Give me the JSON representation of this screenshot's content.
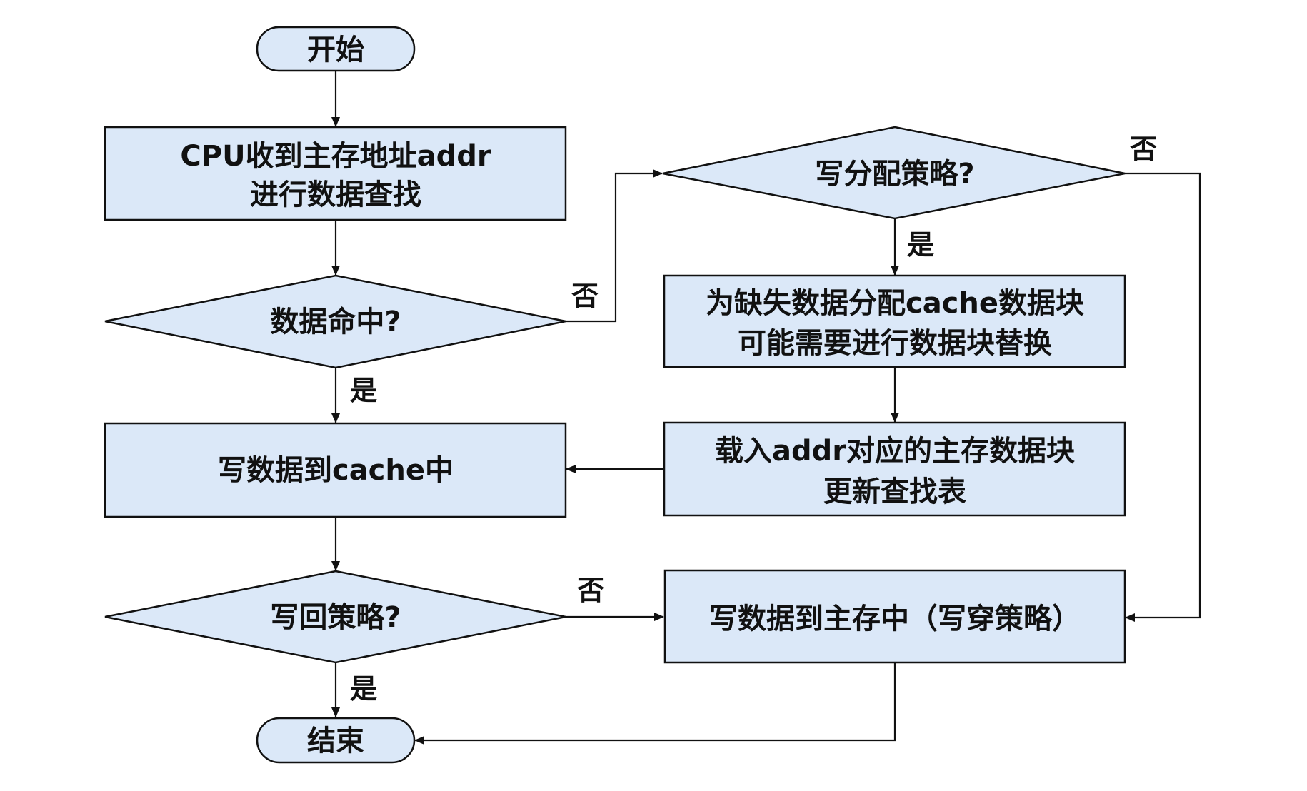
{
  "diagram": {
    "type": "flowchart",
    "colors": {
      "node_fill": "#dbe8f8",
      "stroke": "#111111",
      "background": "#ffffff"
    },
    "nodes": {
      "start": {
        "shape": "terminator",
        "lines": [
          "开始"
        ]
      },
      "cpu_lookup": {
        "shape": "process",
        "lines": [
          "CPU收到主存地址addr",
          "进行数据查找"
        ]
      },
      "hit_decision": {
        "shape": "decision",
        "lines": [
          "数据命中?"
        ]
      },
      "write_cache": {
        "shape": "process",
        "lines": [
          "写数据到cache中"
        ]
      },
      "write_back_decision": {
        "shape": "decision",
        "lines": [
          "写回策略?"
        ]
      },
      "end": {
        "shape": "terminator",
        "lines": [
          "结束"
        ]
      },
      "write_allocate_decision": {
        "shape": "decision",
        "lines": [
          "写分配策略?"
        ]
      },
      "allocate_block": {
        "shape": "process",
        "lines": [
          "为缺失数据分配cache数据块",
          "可能需要进行数据块替换"
        ]
      },
      "load_block": {
        "shape": "process",
        "lines": [
          "载入addr对应的主存数据块",
          "更新查找表"
        ]
      },
      "write_memory": {
        "shape": "process",
        "lines": [
          "写数据到主存中（写穿策略）"
        ]
      }
    },
    "edges": [
      {
        "from": "start",
        "to": "cpu_lookup",
        "label": ""
      },
      {
        "from": "cpu_lookup",
        "to": "hit_decision",
        "label": ""
      },
      {
        "from": "hit_decision",
        "to": "write_cache",
        "label": "是"
      },
      {
        "from": "hit_decision",
        "to": "write_allocate_decision",
        "label": "否"
      },
      {
        "from": "write_allocate_decision",
        "to": "allocate_block",
        "label": "是"
      },
      {
        "from": "write_allocate_decision",
        "to": "write_memory",
        "label": "否"
      },
      {
        "from": "allocate_block",
        "to": "load_block",
        "label": ""
      },
      {
        "from": "load_block",
        "to": "write_cache",
        "label": ""
      },
      {
        "from": "write_cache",
        "to": "write_back_decision",
        "label": ""
      },
      {
        "from": "write_back_decision",
        "to": "end",
        "label": "是"
      },
      {
        "from": "write_back_decision",
        "to": "write_memory",
        "label": "否"
      },
      {
        "from": "write_memory",
        "to": "end",
        "label": ""
      }
    ]
  }
}
